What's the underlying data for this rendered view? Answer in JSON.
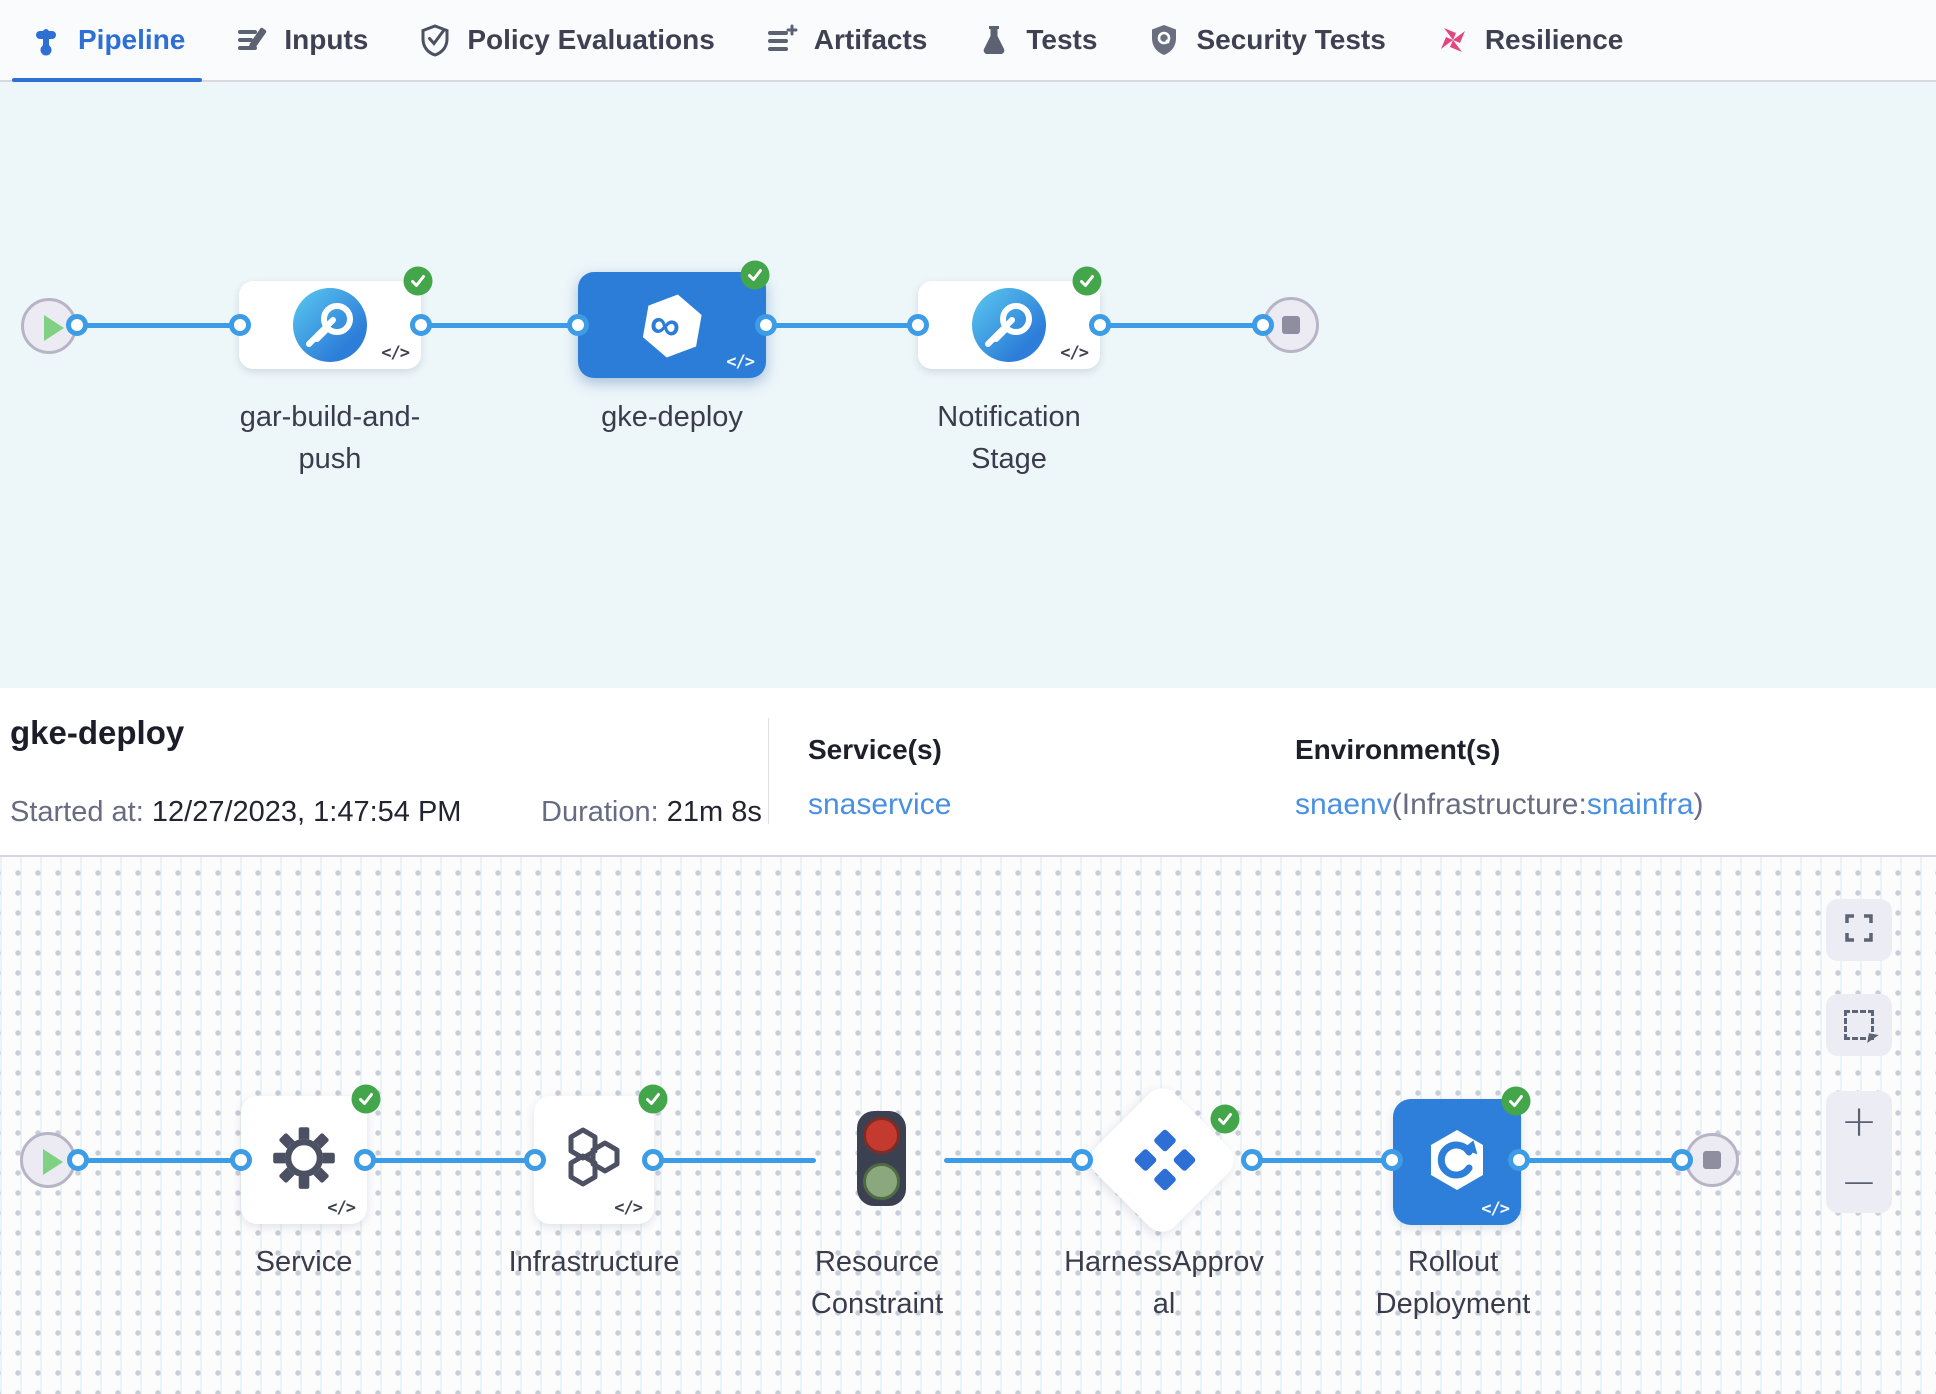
{
  "colors": {
    "accent_blue": "#2e6fd4",
    "connector_blue": "#3d9ce6",
    "success_green": "#43a64a",
    "stage_blue": "#2c7dd8",
    "link_blue": "#4a90e2",
    "resilience_pink": "#e2467f",
    "muted_text": "#686c82",
    "dark_text": "#23242f"
  },
  "tabs": {
    "items": [
      {
        "label": "Pipeline",
        "icon": "pipeline-icon",
        "active": true
      },
      {
        "label": "Inputs",
        "icon": "inputs-icon",
        "active": false
      },
      {
        "label": "Policy Evaluations",
        "icon": "policy-shield-icon",
        "active": false
      },
      {
        "label": "Artifacts",
        "icon": "artifacts-list-icon",
        "active": false
      },
      {
        "label": "Tests",
        "icon": "flask-icon",
        "active": false
      },
      {
        "label": "Security Tests",
        "icon": "security-shield-icon",
        "active": false
      },
      {
        "label": "Resilience",
        "icon": "resilience-pinwheel-icon",
        "active": false
      }
    ]
  },
  "stage_pipeline": {
    "stages": [
      {
        "label": "gar-build-and-push",
        "status": "success",
        "type": "custom-stage",
        "selected": false
      },
      {
        "label": "gke-deploy",
        "status": "success",
        "type": "deploy-stage",
        "selected": true
      },
      {
        "label": "Notification Stage",
        "status": "success",
        "type": "custom-stage",
        "selected": false
      }
    ]
  },
  "summary": {
    "title": "gke-deploy",
    "started_label": "Started at:",
    "started_value": "12/27/2023, 1:47:54 PM",
    "duration_label": "Duration:",
    "duration_value": "21m 8s",
    "services_label": "Service(s)",
    "service_link": "snaservice",
    "environments_label": "Environment(s)",
    "environment_link": "snaenv",
    "infrastructure_prefix": "(Infrastructure:",
    "infrastructure_link": "snainfra",
    "infrastructure_suffix": ")"
  },
  "execution": {
    "steps": [
      {
        "label": "Service",
        "icon": "gear-icon",
        "status": "success"
      },
      {
        "label": "Infrastructure",
        "icon": "hexagons-icon",
        "status": "success"
      },
      {
        "label": "Resource Constraint",
        "icon": "traffic-light-icon",
        "status": "running-queue"
      },
      {
        "label": "HarnessApproval",
        "icon": "approval-diamond-icon",
        "status": "success"
      },
      {
        "label": "Rollout Deployment",
        "icon": "rollout-icon",
        "status": "success"
      }
    ]
  },
  "misc": {
    "code_toggle": "</>",
    "zoom_in": "+",
    "zoom_out": "−"
  }
}
